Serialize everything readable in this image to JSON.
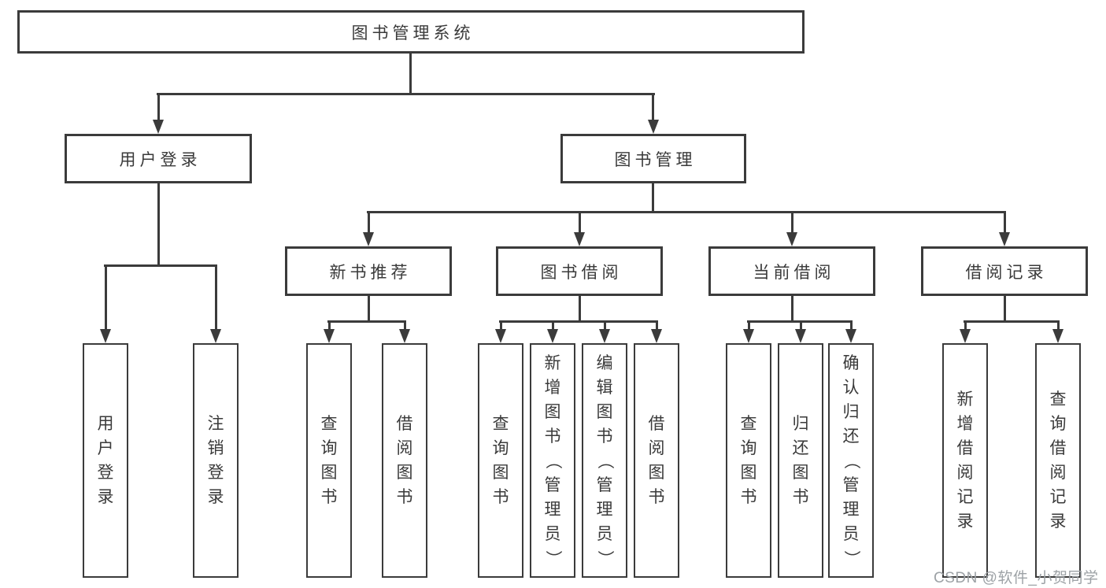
{
  "diagram": {
    "root": {
      "label": "图书管理系统",
      "children": [
        {
          "label": "用户登录",
          "children": [
            {
              "label": "用户登录"
            },
            {
              "label": "注销登录"
            }
          ]
        },
        {
          "label": "图书管理",
          "children": [
            {
              "label": "新书推荐",
              "children": [
                {
                  "label": "查询图书"
                },
                {
                  "label": "借阅图书"
                }
              ]
            },
            {
              "label": "图书借阅",
              "children": [
                {
                  "label": "查询图书"
                },
                {
                  "label": "新增图书（管理员）"
                },
                {
                  "label": "编辑图书（管理员）"
                },
                {
                  "label": "借阅图书"
                }
              ]
            },
            {
              "label": "当前借阅",
              "children": [
                {
                  "label": "查询图书"
                },
                {
                  "label": "归还图书"
                },
                {
                  "label": "确认归还（管理员）"
                }
              ]
            },
            {
              "label": "借阅记录",
              "children": [
                {
                  "label": "新增借阅记录"
                },
                {
                  "label": "查询借阅记录"
                }
              ]
            }
          ]
        }
      ]
    },
    "watermark": "CSDN @软件_小贺同学",
    "colors": {
      "line": "#3b3b3b",
      "text": "#3a3a3a",
      "watermark": "#9da2a6",
      "background": "#ffffff"
    }
  }
}
